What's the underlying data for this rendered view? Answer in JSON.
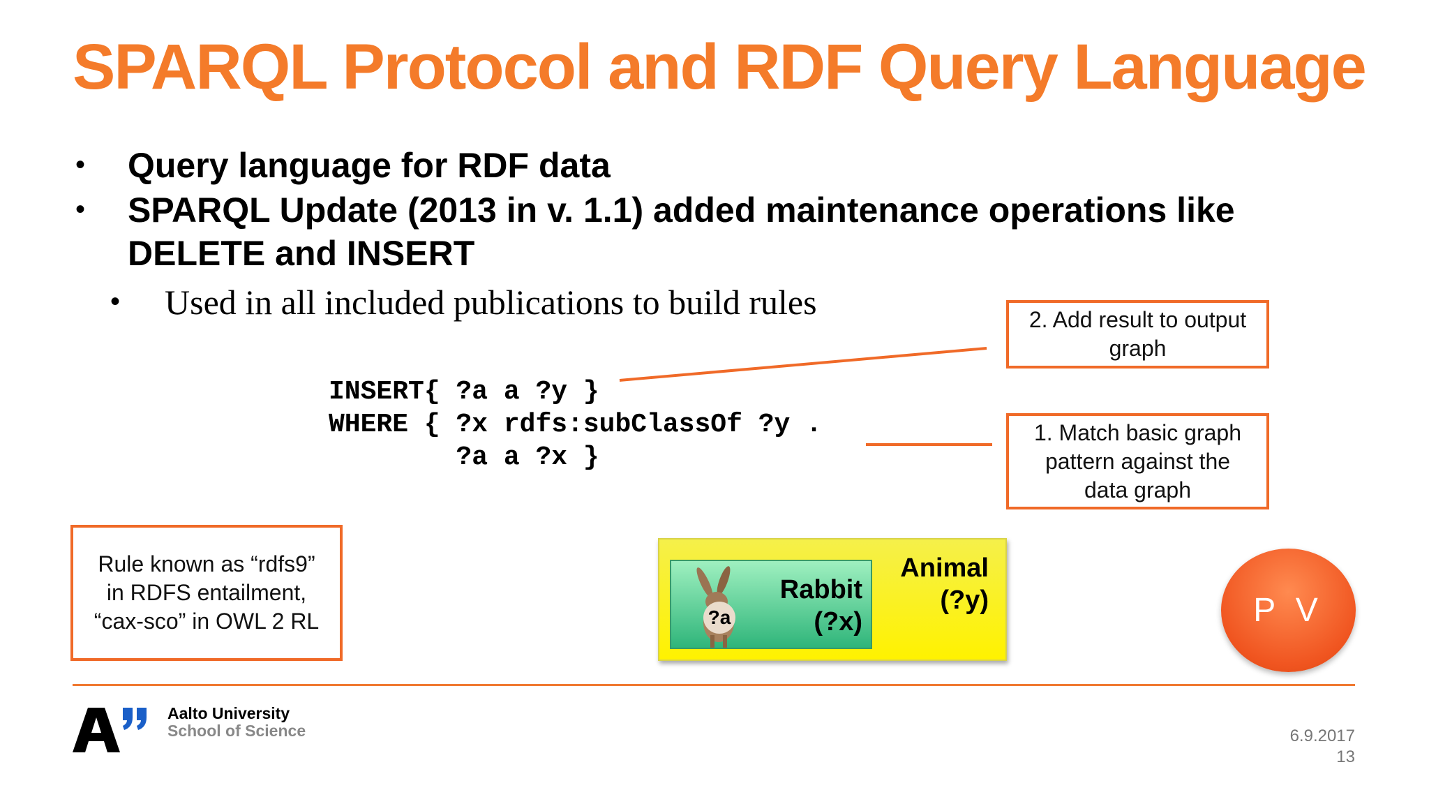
{
  "title": "SPARQL Protocol and RDF Query Language",
  "bullets": [
    "Query language for RDF data",
    "SPARQL Update (2013 in v. 1.1) added maintenance operations like",
    "DELETE and INSERT"
  ],
  "sub_bullet": "Used in all included publications to build rules",
  "bullet_char": "•",
  "code": [
    "INSERT{ ?a a ?y }",
    "WHERE { ?x rdfs:subClassOf ?y .",
    "        ?a a ?x }"
  ],
  "callouts": {
    "step2": "2. Add result to output graph",
    "step1": "1. Match basic graph pattern against the data graph",
    "rule": "Rule known as “rdfs9” in RDFS entailment, “cax-sco” in OWL 2 RL"
  },
  "diagram": {
    "outer_label": "Animal",
    "outer_var": "(?y)",
    "inner_label": "Rabbit",
    "inner_var": "(?x)",
    "instance_var": "?a"
  },
  "presenter_badge": "P V",
  "footer": {
    "university": "Aalto University",
    "school": "School of Science",
    "date": "6.9.2017",
    "page": "13"
  },
  "colors": {
    "accent": "#f47b2a",
    "logo_blue": "#1a5fc8"
  }
}
